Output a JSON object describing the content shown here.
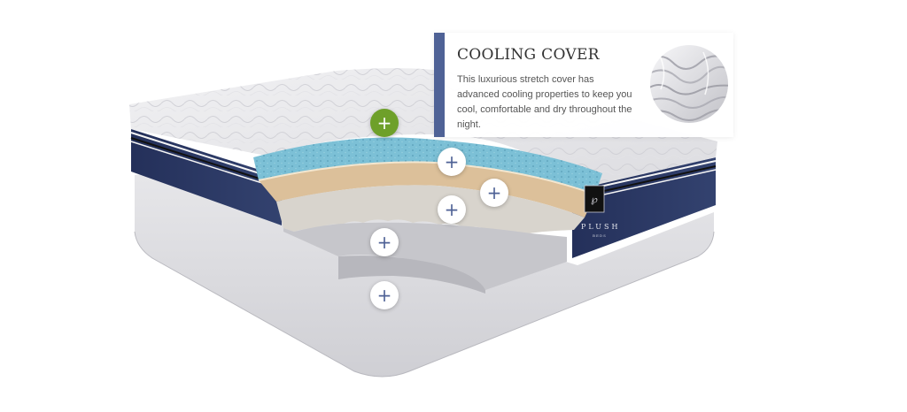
{
  "info_card": {
    "title": "COOLING COVER",
    "description": "This luxurious stretch cover has advanced cooling properties to keep you cool, comfortable and dry throughout the night.",
    "accent_color": "#4f6296"
  },
  "brand": {
    "name": "PLUSH",
    "sub": "BEDS"
  },
  "hotspots": {
    "cover": "+",
    "gel_foam": "+",
    "transition_foam": "+",
    "egg_crate_foam": "+",
    "support_foam": "+",
    "base_foam": "+"
  },
  "colors": {
    "active_hotspot": "#6ea02a",
    "hotspot_icon": "#4f6296",
    "side_panel": "#2c3a67",
    "gel_layer": "#7cc0d6"
  }
}
